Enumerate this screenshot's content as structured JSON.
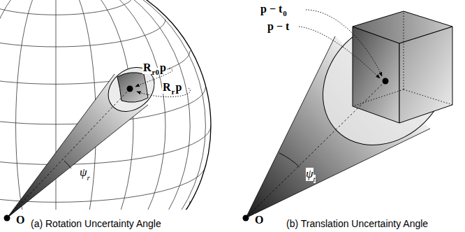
{
  "diagram": {
    "labels": [
      "R",
      "r0",
      "p",
      "R",
      "r",
      "p",
      "ψ",
      "r",
      "O",
      "(a) Rotation Uncertainty Angle",
      "p − t",
      "0",
      "p − t",
      "ψ",
      "t",
      "O",
      "(b) Translation Uncertainty Angle"
    ]
  }
}
